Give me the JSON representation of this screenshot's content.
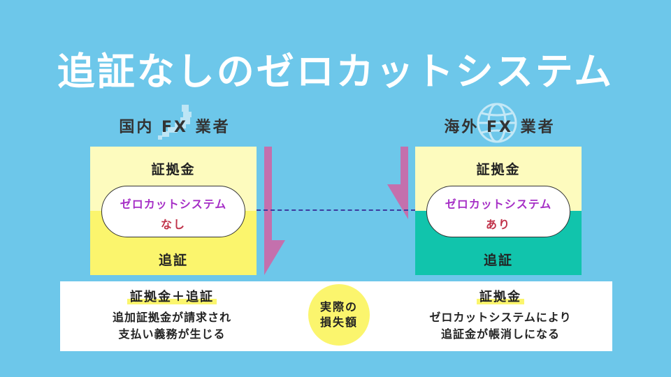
{
  "title": "追証なしのゼロカットシステム",
  "left": {
    "label": "国内 FX 業者",
    "top_text": "証拠金",
    "pill_line1": "ゼロカットシステム",
    "pill_line2": "なし",
    "bottom_text": "追証",
    "icon": "japan-map-icon"
  },
  "right": {
    "label": "海外 FX 業者",
    "top_text": "証拠金",
    "pill_line1": "ゼロカットシステム",
    "pill_line2": "あり",
    "bottom_text": "追証",
    "icon": "globe-icon"
  },
  "bottom": {
    "left_head": "証拠金＋追証",
    "left_line1": "追加証拠金が請求され",
    "left_line2": "支払い義務が生じる",
    "center_line1": "実際の",
    "center_line2": "損失額",
    "right_head": "証拠金",
    "right_line1": "ゼロカットシステムにより",
    "right_line2": "追証金が帳消しになる"
  },
  "colors": {
    "background": "#6dc7ea",
    "margin_area": "#fdfbbe",
    "margin_call_area_left": "#fbf56d",
    "margin_call_area_right": "#11c4ac",
    "arrow": "#c470ad",
    "pill_text": "#a62fc6",
    "pill_status": "#c0334a"
  }
}
